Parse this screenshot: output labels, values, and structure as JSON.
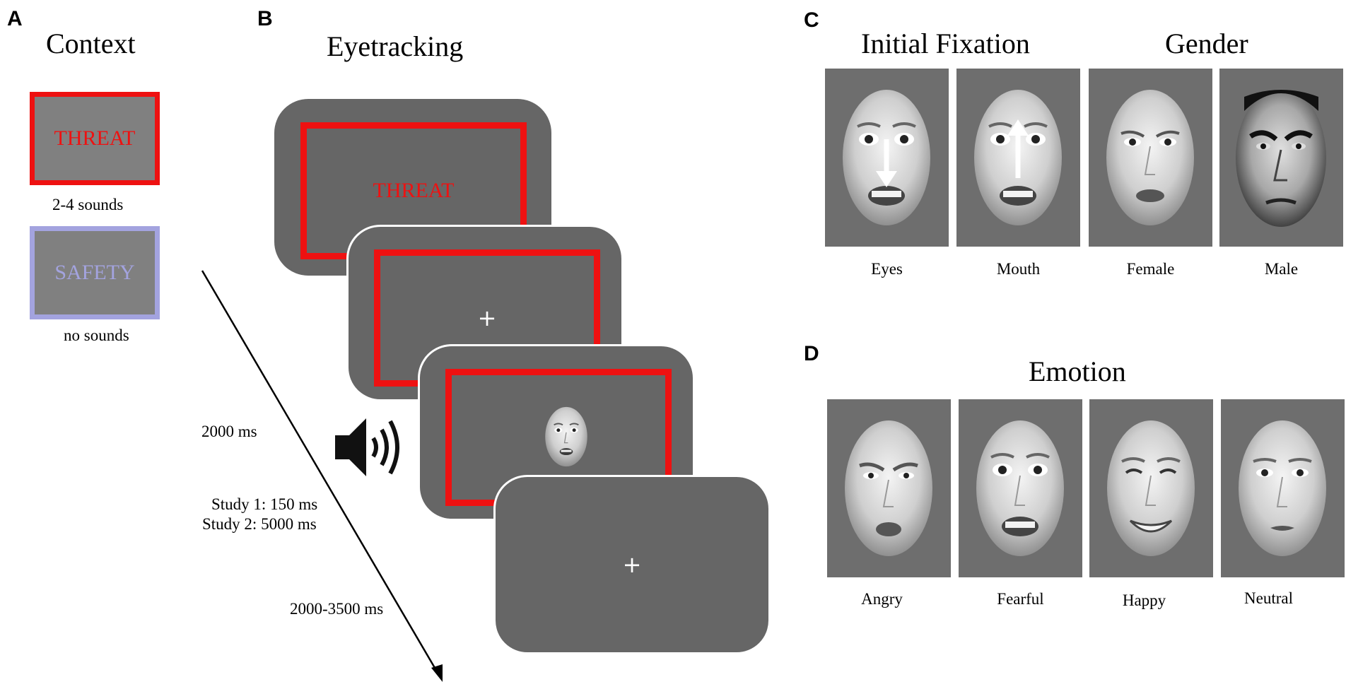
{
  "panels": {
    "a": "A",
    "b": "B",
    "c": "C",
    "d": "D"
  },
  "context": {
    "title": "Context",
    "threat": {
      "label": "THREAT",
      "caption": "2-4 sounds"
    },
    "safety": {
      "label": "SAFETY",
      "caption": "no sounds"
    }
  },
  "eyetracking": {
    "title": "Eyetracking",
    "screen1_label": "THREAT",
    "fixation": "+",
    "timing": {
      "t1": "2000 ms",
      "t2_line1": "Study 1: 150 ms",
      "t2_line2": "Study 2: 5000 ms",
      "t3": "2000-3500 ms"
    }
  },
  "initial_fixation": {
    "title": "Initial Fixation",
    "captions": [
      "Eyes",
      "Mouth"
    ]
  },
  "gender": {
    "title": "Gender",
    "captions": [
      "Female",
      "Male"
    ]
  },
  "emotion": {
    "title": "Emotion",
    "captions": [
      "Angry",
      "Fearful",
      "Happy",
      "Neutral"
    ]
  },
  "colors": {
    "threat": "#ee1111",
    "safety": "#a3a3df",
    "screen": "#666666",
    "context_box": "#808080"
  },
  "icons": [
    "speaker-icon",
    "arrow-down-icon",
    "arrow-up-icon"
  ]
}
